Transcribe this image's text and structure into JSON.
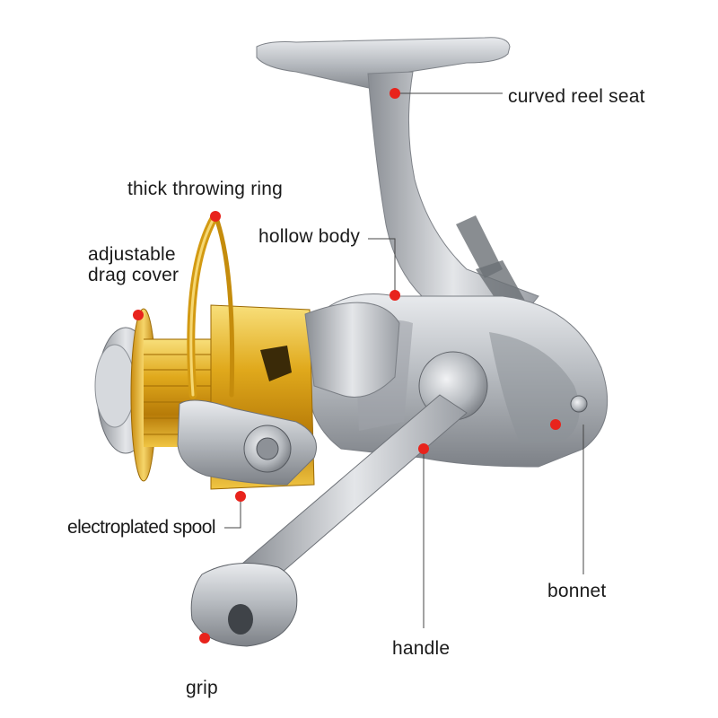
{
  "labels": {
    "curved_reel_seat": "curved reel seat",
    "thick_throwing_ring": "thick throwing ring",
    "adjustable_drag_cover": "adjustable\ndrag cover",
    "hollow_body": "hollow body",
    "electroplated_spool": "electroplated spool",
    "bonnet": "bonnet",
    "handle": "handle",
    "grip": "grip"
  },
  "colors": {
    "marker": "#e8231c",
    "leader_line": "#444444",
    "body_silver": "#b9bcc0",
    "spool_gold": "#d4a21a",
    "background": "#ffffff"
  }
}
